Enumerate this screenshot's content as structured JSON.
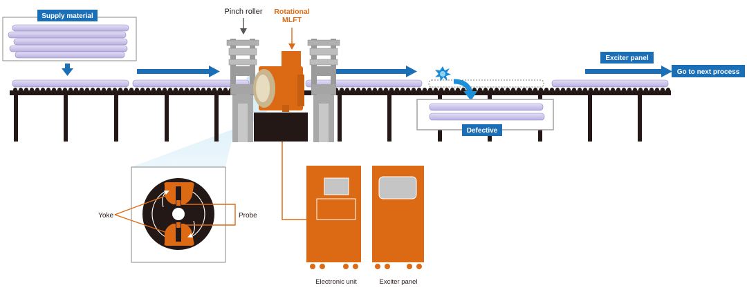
{
  "labels": {
    "supply_material": "Supply material",
    "pinch_roller": "Pinch roller",
    "rotational_line1": "Rotational",
    "rotational_line2": "MLFT",
    "exciter_panel_top": "Exciter panel",
    "next_process": "Go to next process",
    "defective": "Defective",
    "yoke": "Yoke",
    "probe": "Probe",
    "electronic_unit": "Electronic unit",
    "exciter_panel_bottom": "Exciter panel"
  },
  "colors": {
    "blue": "#1a6fb7",
    "orange": "#dc6a14",
    "gray": "#a9a9a9",
    "pipe": "#cfc8ea",
    "black": "#231815"
  }
}
